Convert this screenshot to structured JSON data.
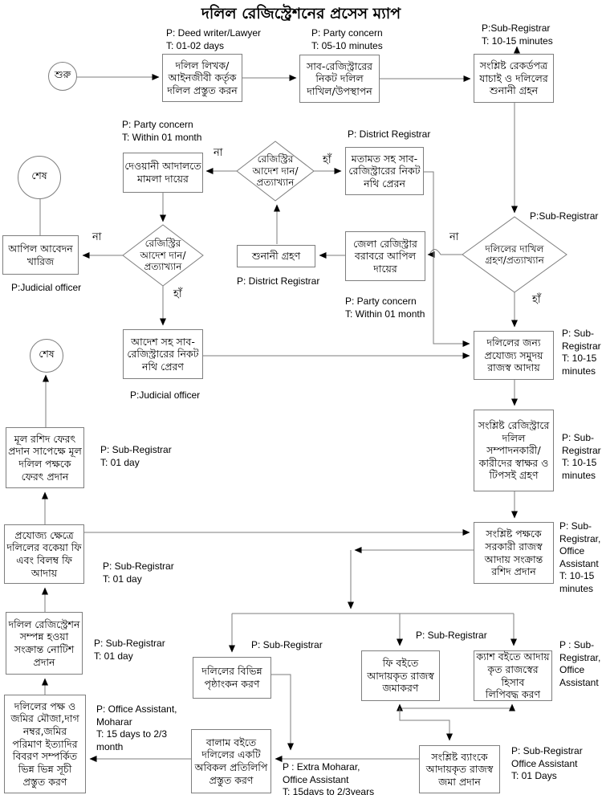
{
  "title": "দলিল রেজিস্ট্রেশনের প্রসেস ম্যাপ",
  "edge_labels": {
    "yes": "হাঁ",
    "no": "না"
  },
  "colors": {
    "line": "#7e7e7e",
    "arrowhead": "#000000",
    "text": "#000000",
    "background": "#ffffff"
  },
  "nodes": {
    "start": {
      "label": "শুরু"
    },
    "end_1": {
      "label": "শেষ"
    },
    "end_2": {
      "label": "শেষ"
    },
    "prepare_deed": {
      "label": "দলিল লিখক/\nআইনজীবী কর্তৃক\nদলিল প্রস্তুত করন"
    },
    "submit_to_subregistrar": {
      "label": "সাব-রেজিস্ট্রারের\nনিকট দলিল\nদাখিল/উপস্থাপন"
    },
    "verify_records_hearing": {
      "label": "সংশ্লিষ্ট রেকর্ডপত্র\nযাচাই ও দলিলের\nশুনানী গ্রহন"
    },
    "registry_order_decision_1": {
      "label": "রেজিস্ট্রির\nআদেশ দান/\nপ্রত্যাখ্যান"
    },
    "civil_court_case": {
      "label": "দেওয়ানী আদালতে\nমামলা দায়ের"
    },
    "send_file_with_opinion": {
      "label": "মতামত সহ সাব-\nরেজিস্ট্রারের নিকট\nনথি প্রেরন"
    },
    "appeal_rejected": {
      "label": "আপিল আবেদন\nখারিজ"
    },
    "registry_order_decision_2": {
      "label": "রেজিস্ট্রির\nআদেশ দান/\nপ্রত্যাখ্যান"
    },
    "hearing": {
      "label": "শুনানী গ্রহণ"
    },
    "appeal_to_district_registrar": {
      "label": "জেলা রেজিস্ট্রার\nবরাবরে আপিল\nদায়ের"
    },
    "deed_submission_decision": {
      "label": "দলিলের দাখিল\nগ্রহণ/প্রত্যাখ্যান"
    },
    "send_file_with_order": {
      "label": "আদেশ সহ সাব-\nরেজিস্ট্রারের নিকট\nনথি প্রেরণ"
    },
    "collect_revenue": {
      "label": "দলিলের জন্য\nপ্রযোজ্য সমুদয়\nরাজস্ব আদায়"
    },
    "signatures_thumbprints": {
      "label": "সংশ্লিষ্ট রেজিস্ট্রারে\nদলিল\nসম্পাদনকারী/\nকারীদের স্বাক্ষর ও\nটিপসই গ্রহণ"
    },
    "return_original_deed": {
      "label": "মূল রশিদ ফেরৎ\nপ্রদান সাপেক্ষে মূল\nদলিল পক্ষকে\nফেরৎ প্রদান"
    },
    "collect_due_fees": {
      "label": "প্রযোজ্য ক্ষেত্রে\nদলিলের বকেয়া ফি\nএবং বিলম্ব ফি\nআদায়"
    },
    "registration_notice": {
      "label": "দলিল রেজিস্ট্রেশন\nসম্পন্ন হওয়া\nসংক্রান্ত নোটিশ\nপ্রদান"
    },
    "issue_receipt": {
      "label": "সংশ্লিষ্ট পক্ষকে\nসরকারী রাজস্ব\nআদায় সংক্রান্ত\nরশিদ প্রদান"
    },
    "endorsements": {
      "label": "দলিলের বিভিন্ন\nপৃষ্ঠাংকন করণ"
    },
    "fee_book_deposit": {
      "label": "ফি বইতে\nআদায়কৃত রাজস্ব\nজমাকরণ"
    },
    "cash_book_record": {
      "label": "ক্যাশ বইতে আদায়\nকৃত রাজস্বের হিসাব\nলিপিবদ্ধ করণ"
    },
    "bank_deposit": {
      "label": "সংশ্লিষ্ট ব্যাংকে\nআদায়কৃত রাজস্ব\nজমা প্রদান"
    },
    "balam_book_copy": {
      "label": "বালাম বইতে\nদলিলের একটি\nঅবিকল প্রতিলিপি\nপ্রস্তুত করণ"
    },
    "prepare_indexes": {
      "label": "দলিলের পক্ষ ও\nজমির মৌজা,দাগ\nনম্বর,জমির\nপরিমাণ ইত্যাদির\nবিবরণ সম্পর্কিত\nভিন্ন ভিন্ন সূচী\nপ্রস্তুত করণ"
    }
  },
  "annotations": {
    "a1": {
      "text": "P: Deed writer/Lawyer\nT: 01-02 days"
    },
    "a2": {
      "text": "P: Party concern\nT: 05-10 minutes"
    },
    "a3": {
      "text": "P:Sub-Registrar\nT: 10-15 minutes"
    },
    "a4": {
      "text": "P: Party concern\nT: Within 01 month"
    },
    "a5": {
      "text": "P: District Registrar"
    },
    "a6": {
      "text": "P:Sub-Registrar"
    },
    "a7": {
      "text": "P:Judicial officer"
    },
    "a8": {
      "text": "P: District Registrar"
    },
    "a9": {
      "text": "P: Party concern\nT: Within 01 month"
    },
    "a10": {
      "text": "P: Sub-\nRegistrar\nT: 10-15\nminutes"
    },
    "a11": {
      "text": "P:Judicial officer"
    },
    "a12": {
      "text": "P: Sub-Registrar\nT: 01 day"
    },
    "a13": {
      "text": "P: Sub-\nRegistrar\nT: 10-15\nminutes"
    },
    "a14": {
      "text": "P: Sub-Registrar\nT: 01 day"
    },
    "a15": {
      "text": "P: Sub-\nRegistrar,\nOffice\nAssistant\nT: 10-15\nminutes"
    },
    "a16": {
      "text": "P: Sub-Registrar\nT: 01 day"
    },
    "a17": {
      "text": "P: Sub-Registrar"
    },
    "a18": {
      "text": "P: Sub-Registrar"
    },
    "a19": {
      "text": "P : Sub-\nRegistrar,\nOffice\nAssistant"
    },
    "a20": {
      "text": "P: Office Assistant,\nMoharar\nT: 15 days to 2/3\nmonth"
    },
    "a21": {
      "text": "P : Extra Moharar,\nOffice Assistant\nT: 15days to 2/3years"
    },
    "a22": {
      "text": "P: Sub-Registrar\nOffice Assistant\nT: 01 Days"
    }
  }
}
